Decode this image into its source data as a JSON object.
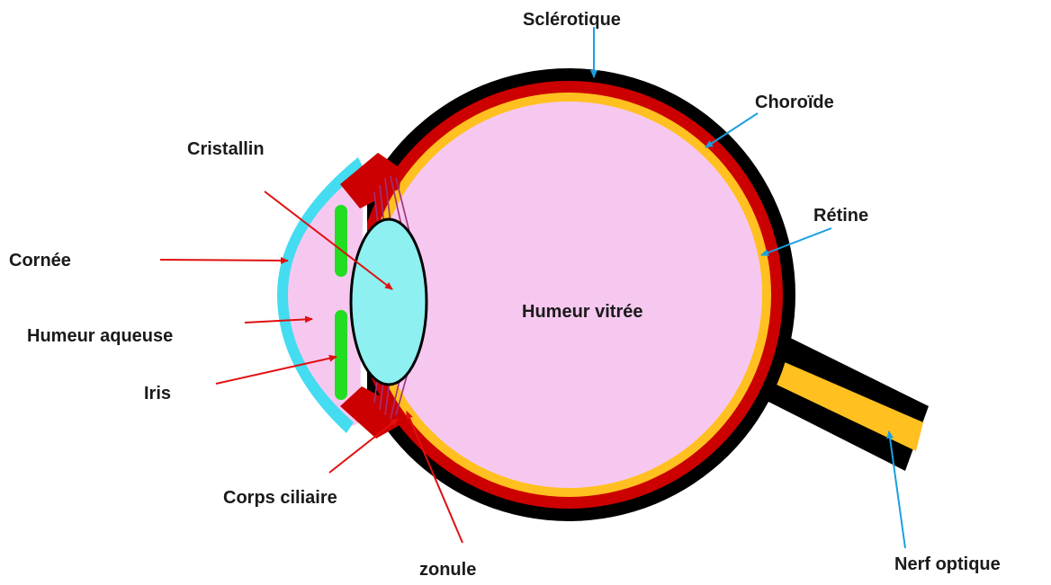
{
  "labels": {
    "sclerotique": "Sclérotique",
    "choroide": "Choroïde",
    "retine": "Rétine",
    "cristallin": "Cristallin",
    "cornee": "Cornée",
    "humeur_aqueuse": "Humeur aqueuse",
    "iris": "Iris",
    "humeur_vitree": "Humeur vitrée",
    "corps_ciliaire": "Corps ciliaire",
    "zonule": "zonule",
    "nerf_optique": "Nerf optique"
  },
  "colors": {
    "sclera": "#000000",
    "choroid": "#cc0000",
    "retina": "#ffc020",
    "vitreous": "#f6c8f0",
    "cornea": "#44dcf0",
    "lens": "#8ef0f0",
    "iris": "#22dd22",
    "ciliary_body": "#cc0000",
    "zonule": "#a0307a",
    "arrow_red": "#e01010",
    "arrow_blue": "#1aa0e0"
  }
}
